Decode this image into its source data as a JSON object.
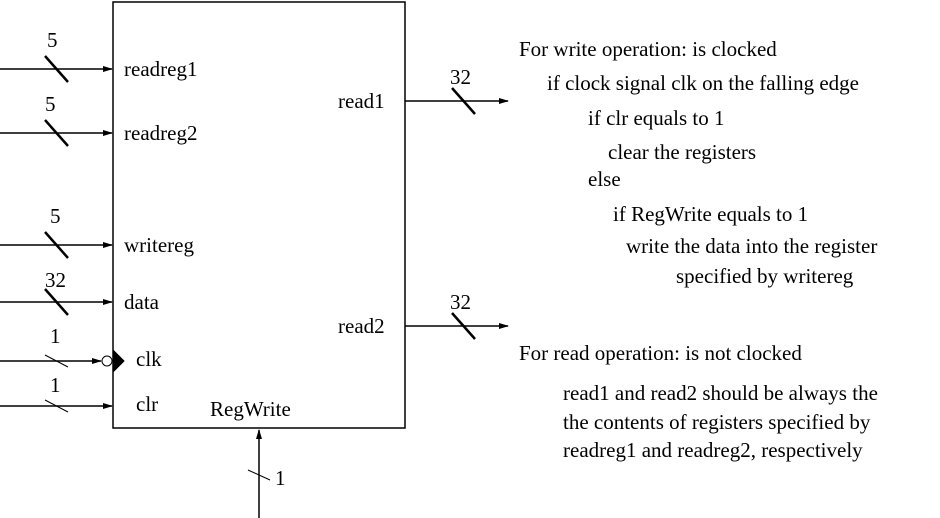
{
  "block": {
    "inputs": [
      {
        "label": "readreg1",
        "width": "5"
      },
      {
        "label": "readreg2",
        "width": "5"
      },
      {
        "label": "writereg",
        "width": "5"
      },
      {
        "label": "data",
        "width": "32"
      },
      {
        "label": "clk",
        "width": "1"
      },
      {
        "label": "clr",
        "width": "1"
      }
    ],
    "outputs": [
      {
        "label": "read1",
        "width": "32"
      },
      {
        "label": "read2",
        "width": "32"
      }
    ],
    "control": {
      "label": "RegWrite",
      "width": "1"
    }
  },
  "notes": {
    "write": [
      "For write operation: is clocked",
      "if clock signal clk on the falling edge",
      "if clr equals to 1",
      "clear the registers",
      "else",
      "if RegWrite equals to 1",
      "write the data into the register",
      "specified by writereg"
    ],
    "read": [
      "For read operation: is not clocked",
      "read1 and read2 should be always the",
      "the contents of registers specified by",
      "readreg1 and readreg2, respectively"
    ]
  }
}
